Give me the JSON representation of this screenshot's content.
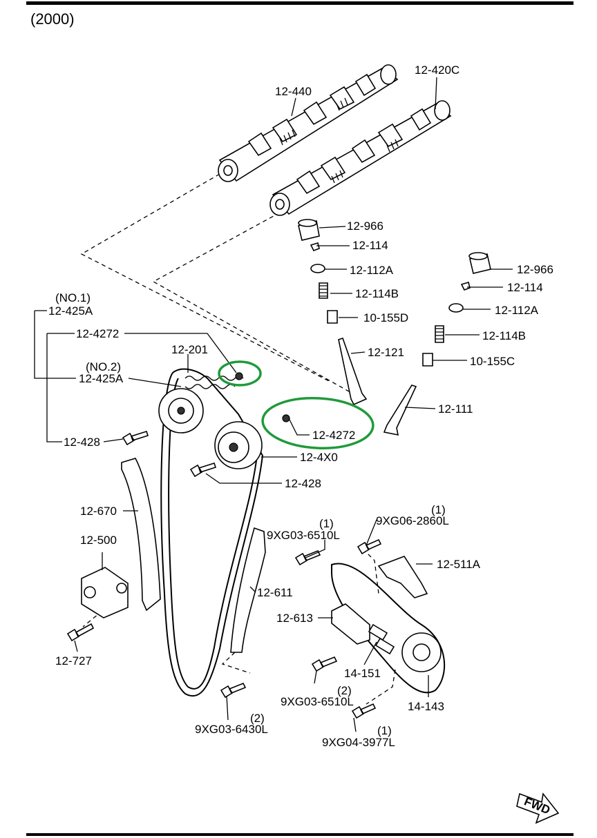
{
  "header": {
    "year": "(2000)"
  },
  "labels": {
    "p12_440": "12-440",
    "p12_420c": "12-420C",
    "p12_966_a": "12-966",
    "p12_114_a": "12-114",
    "p12_112a_a": "12-112A",
    "p12_114b_a": "12-114B",
    "p10_155d": "10-155D",
    "p12_966_b": "12-966",
    "p12_114_b": "12-114",
    "p12_112a_b": "12-112A",
    "p12_114b_b": "12-114B",
    "p10_155c": "10-155C",
    "p12_121": "12-121",
    "p12_111": "12-111",
    "no1": "(NO.1)",
    "p12_425a_1": "12-425A",
    "p12_4272_a": "12-4272",
    "p12_201": "12-201",
    "no2": "(NO.2)",
    "p12_425a_2": "12-425A",
    "p12_4272_b": "12-4272",
    "p12_428_a": "12-428",
    "p12_4x0": "12-4X0",
    "p12_428_b": "12-428",
    "p12_670": "12-670",
    "p12_500": "12-500",
    "p12_727": "12-727",
    "q1_a": "(1)",
    "p9xg03_6510l_a": "9XG03-6510L",
    "q1_b": "(1)",
    "p9xg06_2860l": "9XG06-2860L",
    "p12_511a": "12-511A",
    "p12_611": "12-611",
    "p12_613": "12-613",
    "p14_151": "14-151",
    "q2_a": "(2)",
    "p9xg03_6510l_b": "9XG03-6510L",
    "p14_143": "14-143",
    "q2_b": "(2)",
    "p9xg03_6430l": "9XG03-6430L",
    "q1_c": "(1)",
    "p9xg04_3977l": "9XG04-3977L",
    "fwd": "FWD"
  },
  "colors": {
    "highlight": "#1f9a3a",
    "line": "#000000"
  }
}
